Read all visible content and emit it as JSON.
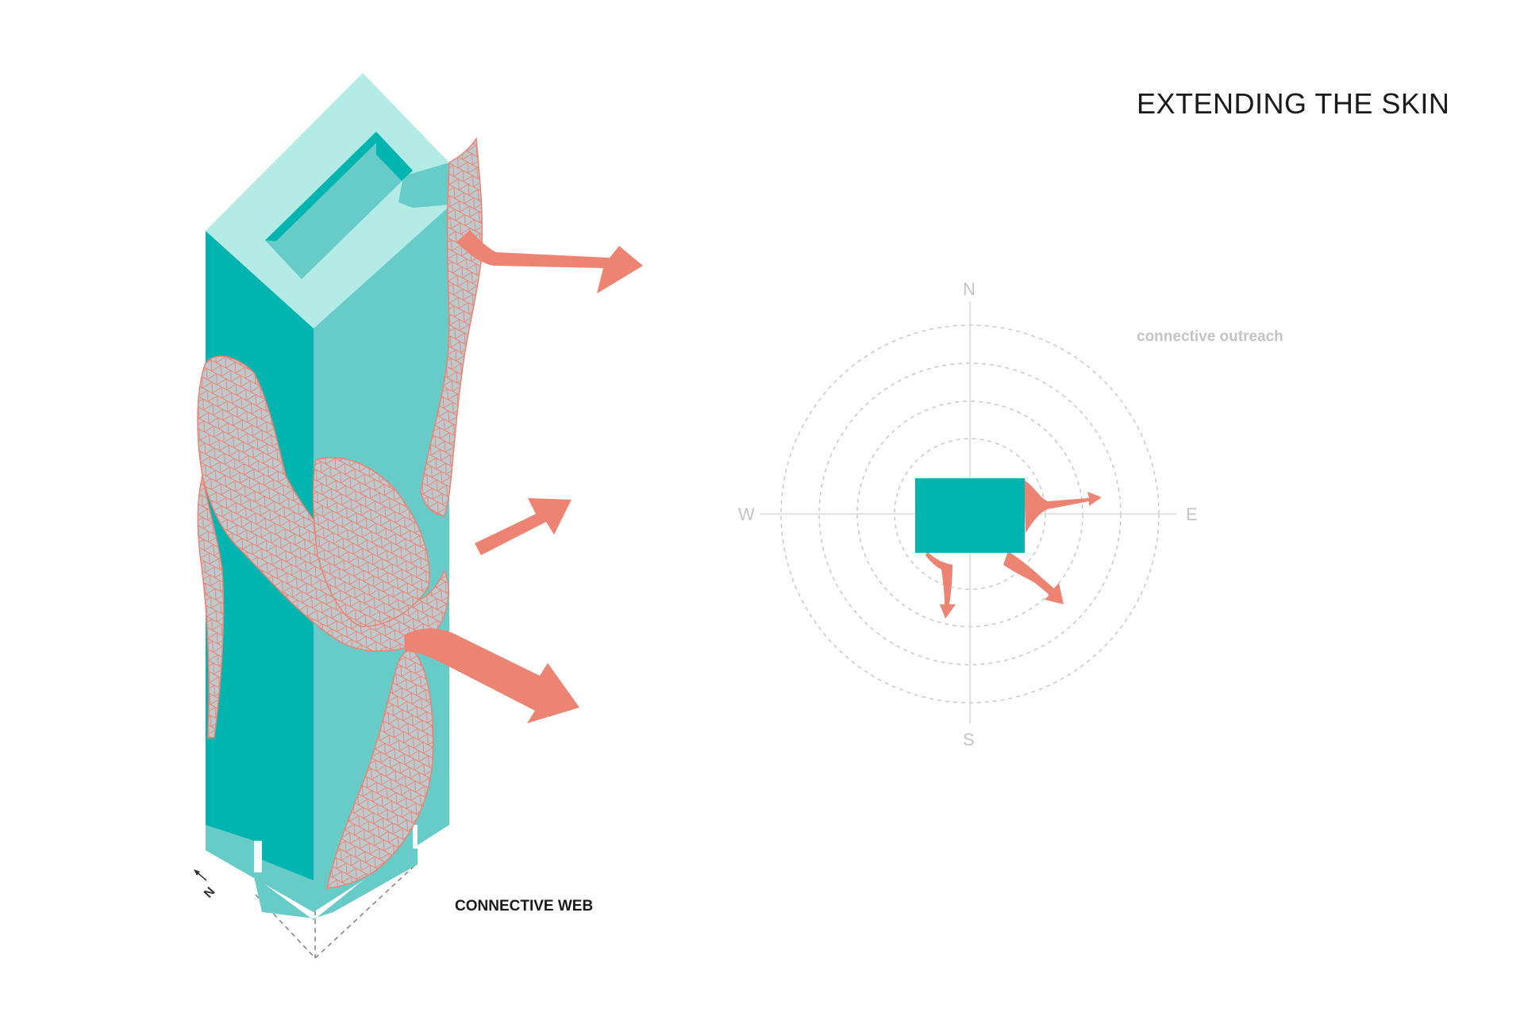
{
  "title": "EXTENDING THE SKIN",
  "compass": {
    "north": "N",
    "south": "S",
    "east": "E",
    "west": "W"
  },
  "outreach_label": "connective outreach",
  "web_label": "CONNECTIVE WEB",
  "north_marker": "N",
  "colors": {
    "teal_dark": "#00b5b0",
    "teal_mid": "#67ccc8",
    "teal_light": "#b4ebe6",
    "salmon": "#ec8373",
    "mesh_fill": "#b9c7cc",
    "ring_gray": "#c8c8c8",
    "axis_gray": "#d8d8d8",
    "label_gray": "#c4c4c4",
    "text_dark": "#1a1a1a"
  }
}
